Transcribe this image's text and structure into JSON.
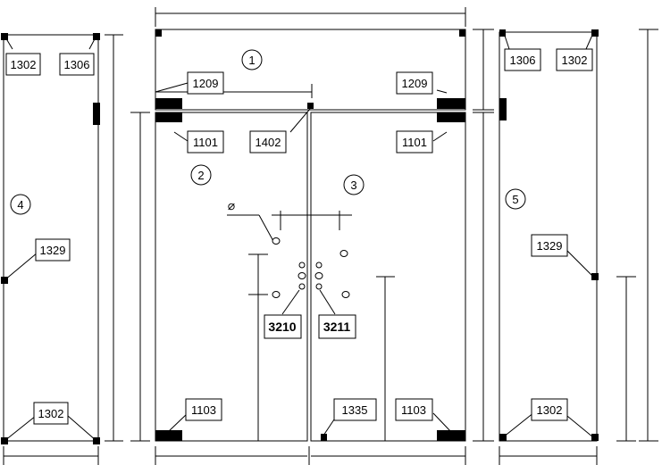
{
  "panels": {
    "p1": "1",
    "p2": "2",
    "p3": "3",
    "p4": "4",
    "p5": "5"
  },
  "tags": {
    "t1302_tl": "1302",
    "t1306_tl": "1306",
    "t1329_l": "1329",
    "t1302_bl": "1302",
    "t1209_l": "1209",
    "t1209_r": "1209",
    "t1101_l": "1101",
    "t1402": "1402",
    "t1101_r": "1101",
    "t3210": "3210",
    "t3211": "3211",
    "t1103_l": "1103",
    "t1335": "1335",
    "t1103_r": "1103",
    "t1306_tr": "1306",
    "t1302_tr": "1302",
    "t1329_r": "1329",
    "t1302_br": "1302"
  },
  "diameter_symbol": "⌀"
}
